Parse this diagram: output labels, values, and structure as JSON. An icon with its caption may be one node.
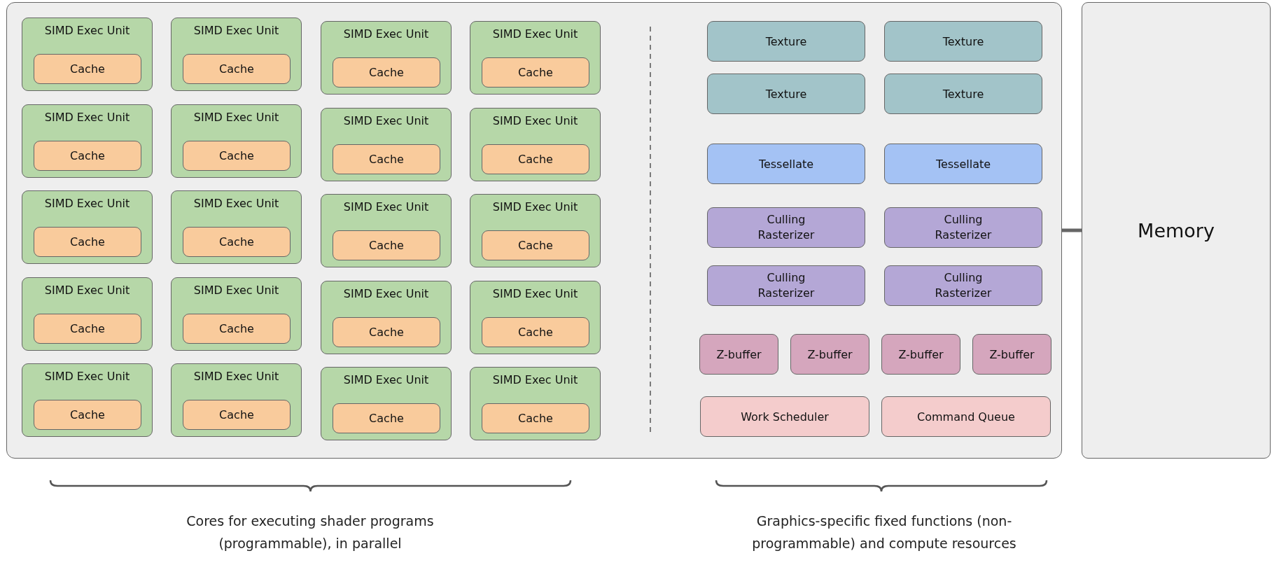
{
  "diagram": {
    "nodes": [
      {
        "text": [],
        "shape": "box"
      },
      {
        "text": [
          "SIMD Exec Unit"
        ],
        "in": 0
      },
      {
        "text": [
          "Cache"
        ],
        "in": 1
      },
      {
        "text": [
          "SIMD Exec Unit"
        ],
        "in": 0
      },
      {
        "text": [
          "Cache"
        ],
        "in": 3
      },
      {
        "text": [
          "SIMD Exec Unit"
        ],
        "in": 0
      },
      {
        "text": [
          "Cache"
        ],
        "in": 5
      },
      {
        "text": [
          "SIMD Exec Unit"
        ],
        "in": 0
      },
      {
        "text": [
          "Cache"
        ],
        "in": 7
      },
      {
        "text": [
          "SIMD Exec Unit"
        ],
        "in": 0
      },
      {
        "text": [
          "Cache"
        ],
        "in": 9
      },
      {
        "text": [
          "SIMD Exec Unit"
        ],
        "in": 0
      },
      {
        "text": [
          "Cache"
        ],
        "in": 11
      },
      {
        "text": [
          "SIMD Exec Unit"
        ],
        "in": 0
      },
      {
        "text": [
          "Cache"
        ],
        "in": 13
      },
      {
        "text": [
          "SIMD Exec Unit"
        ],
        "in": 0
      },
      {
        "text": [
          "Cache"
        ],
        "in": 15
      },
      {
        "text": [
          "SIMD Exec Unit"
        ],
        "in": 0
      },
      {
        "text": [
          "Cache"
        ],
        "in": 17
      },
      {
        "text": [
          "SIMD Exec Unit"
        ],
        "in": 0
      },
      {
        "text": [
          "Cache"
        ],
        "in": 19
      },
      {
        "text": [
          "SIMD Exec Unit"
        ],
        "in": 0
      },
      {
        "text": [
          "Cache"
        ],
        "in": 21
      },
      {
        "text": [
          "SIMD Exec Unit"
        ],
        "in": 0
      },
      {
        "text": [
          "Cache"
        ],
        "in": 23
      },
      {
        "text": [
          "SIMD Exec Unit"
        ],
        "in": 0
      },
      {
        "text": [
          "Cache"
        ],
        "in": 25
      },
      {
        "text": [
          "SIMD Exec Unit"
        ],
        "in": 0
      },
      {
        "text": [
          "Cache"
        ],
        "in": 27
      },
      {
        "text": [
          "SIMD Exec Unit"
        ],
        "in": 0
      },
      {
        "text": [
          "Cache"
        ],
        "in": 29
      },
      {
        "text": [
          "SIMD Exec Unit"
        ],
        "in": 0
      },
      {
        "text": [
          "Cache"
        ],
        "in": 31
      },
      {
        "text": [
          "SIMD Exec Unit"
        ],
        "in": 0
      },
      {
        "text": [
          "Cache"
        ],
        "in": 33
      },
      {
        "text": [
          "SIMD Exec Unit"
        ],
        "in": 0
      },
      {
        "text": [
          "Cache"
        ],
        "in": 35
      },
      {
        "text": [
          "SIMD Exec Unit"
        ],
        "in": 0
      },
      {
        "text": [
          "Cache"
        ],
        "in": 37
      },
      {
        "text": [
          "SIMD Exec Unit"
        ],
        "in": 0
      },
      {
        "text": [
          "Cache"
        ],
        "in": 39
      },
      {
        "text": [
          "Texture"
        ],
        "in": 0
      },
      {
        "text": [
          "Texture"
        ],
        "in": 0
      },
      {
        "text": [
          "Texture"
        ],
        "in": 0
      },
      {
        "text": [
          "Texture"
        ],
        "in": 0
      },
      {
        "text": [
          "Tessellate"
        ],
        "in": 0
      },
      {
        "text": [
          "Tessellate"
        ],
        "in": 0
      },
      {
        "text": [
          "Culling Rasterizer"
        ],
        "in": 0
      },
      {
        "text": [
          "Culling Rasterizer"
        ],
        "in": 0
      },
      {
        "text": [
          "Culling Rasterizer"
        ],
        "in": 0
      },
      {
        "text": [
          "Culling Rasterizer"
        ],
        "in": 0
      },
      {
        "text": [
          "Z-buffer"
        ],
        "in": 0
      },
      {
        "text": [
          "Z-buffer"
        ],
        "in": 0
      },
      {
        "text": [
          "Z-buffer"
        ],
        "in": 0
      },
      {
        "text": [
          "Z-buffer"
        ],
        "in": 0
      },
      {
        "text": [
          "Work Scheduler"
        ],
        "in": 0
      },
      {
        "text": [
          "Command Queue"
        ],
        "in": 0
      },
      {
        "text": [
          "Memory"
        ]
      }
    ],
    "edges": [
      {
        "from": 0,
        "to": 57,
        "arrow": "none"
      }
    ],
    "labels": [
      "Cores for executing shader programs (programmable), in parallel",
      "Graphics-specific fixed functions (non-programmable) and compute resources"
    ]
  }
}
